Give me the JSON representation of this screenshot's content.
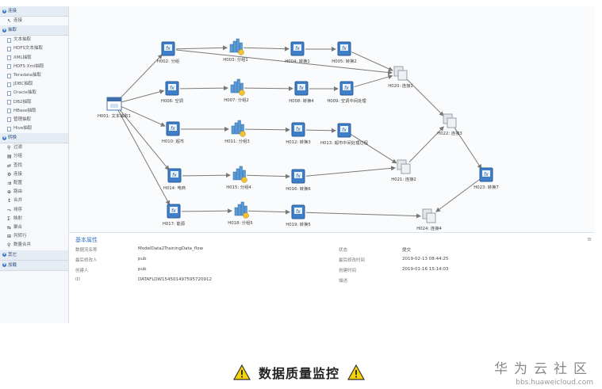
{
  "sidebar": {
    "groups": [
      {
        "label": "连接",
        "items": [
          {
            "label": "连接",
            "icon": "cursor-arrow-icon"
          }
        ]
      },
      {
        "label": "抽取",
        "items": [
          {
            "label": "文本抽取"
          },
          {
            "label": "HDFS文本抽取"
          },
          {
            "label": "XML抽取"
          },
          {
            "label": "HDFS Xml抽取"
          },
          {
            "label": "Teradata抽取"
          },
          {
            "label": "JDBC抽取"
          },
          {
            "label": "Oracle抽取"
          },
          {
            "label": "DB2抽取"
          },
          {
            "label": "HBase抽取"
          },
          {
            "label": "管理抽取"
          },
          {
            "label": "Hive抽取"
          }
        ]
      },
      {
        "label": "转换",
        "items": [
          {
            "label": "过滤"
          },
          {
            "label": "分组"
          },
          {
            "label": "查找"
          },
          {
            "label": "连接"
          },
          {
            "label": "配置"
          },
          {
            "label": "路由"
          },
          {
            "label": "合并"
          },
          {
            "label": "排序"
          },
          {
            "label": "映射"
          },
          {
            "label": "聚合"
          },
          {
            "label": "列转行"
          },
          {
            "label": "数量合并"
          }
        ]
      },
      {
        "label": "其它",
        "items": []
      },
      {
        "label": "加载",
        "items": []
      }
    ]
  },
  "nodes": [
    {
      "id": "H001",
      "label": "H001: 文本抽取1",
      "kind": "source"
    },
    {
      "id": "H002",
      "label": "H002: 分组",
      "kind": "transform"
    },
    {
      "id": "H003",
      "label": "H003: 分组1",
      "kind": "group"
    },
    {
      "id": "H004",
      "label": "H004: 转换1",
      "kind": "transform"
    },
    {
      "id": "H005",
      "label": "H005: 转换2",
      "kind": "transform"
    },
    {
      "id": "H020",
      "label": "H020: 连接1",
      "kind": "join"
    },
    {
      "id": "H006",
      "label": "H006: 空调",
      "kind": "transform"
    },
    {
      "id": "H007",
      "label": "H007: 分组2",
      "kind": "group"
    },
    {
      "id": "H008",
      "label": "H008: 转换4",
      "kind": "transform"
    },
    {
      "id": "H009",
      "label": "H009: 空调中间处理",
      "kind": "transform"
    },
    {
      "id": "H022",
      "label": "H022: 连接3",
      "kind": "join"
    },
    {
      "id": "H010",
      "label": "H010: 超市",
      "kind": "transform"
    },
    {
      "id": "H011",
      "label": "H011: 分组3",
      "kind": "group"
    },
    {
      "id": "H012",
      "label": "H012: 转换3",
      "kind": "transform"
    },
    {
      "id": "H013",
      "label": "H013: 超市中间处理过程",
      "kind": "transform"
    },
    {
      "id": "H021",
      "label": "H021: 连接2",
      "kind": "join"
    },
    {
      "id": "H014",
      "label": "H014: 电商",
      "kind": "transform"
    },
    {
      "id": "H015",
      "label": "H015: 分组4",
      "kind": "group"
    },
    {
      "id": "H016",
      "label": "H016: 转换6",
      "kind": "transform"
    },
    {
      "id": "H023",
      "label": "H023: 转换7",
      "kind": "transform"
    },
    {
      "id": "H017",
      "label": "H017: 能源",
      "kind": "transform"
    },
    {
      "id": "H018",
      "label": "H018: 分组5",
      "kind": "group"
    },
    {
      "id": "H019",
      "label": "H019: 转换5",
      "kind": "transform"
    },
    {
      "id": "H024",
      "label": "H024: 连接4",
      "kind": "join"
    }
  ],
  "edges": [
    [
      "H001",
      "H002"
    ],
    [
      "H001",
      "H006"
    ],
    [
      "H001",
      "H010"
    ],
    [
      "H001",
      "H014"
    ],
    [
      "H001",
      "H017"
    ],
    [
      "H002",
      "H003"
    ],
    [
      "H003",
      "H004"
    ],
    [
      "H004",
      "H005"
    ],
    [
      "H005",
      "H020"
    ],
    [
      "H002",
      "H020"
    ],
    [
      "H006",
      "H007"
    ],
    [
      "H007",
      "H008"
    ],
    [
      "H008",
      "H009"
    ],
    [
      "H009",
      "H020"
    ],
    [
      "H020",
      "H022"
    ],
    [
      "H010",
      "H011"
    ],
    [
      "H011",
      "H012"
    ],
    [
      "H012",
      "H013"
    ],
    [
      "H013",
      "H021"
    ],
    [
      "H014",
      "H015"
    ],
    [
      "H015",
      "H016"
    ],
    [
      "H016",
      "H021"
    ],
    [
      "H021",
      "H022"
    ],
    [
      "H022",
      "H023"
    ],
    [
      "H023",
      "H024"
    ],
    [
      "H017",
      "H018"
    ],
    [
      "H018",
      "H019"
    ],
    [
      "H019",
      "H024"
    ]
  ],
  "properties": {
    "title": "基本属性",
    "menu_icon": "hamburger-icon",
    "left": [
      {
        "key": "数据流名称",
        "value": "ModelData2TrainingData_flow"
      },
      {
        "key": "最后修改人",
        "value": "pub"
      },
      {
        "key": "创建人",
        "value": "pub"
      },
      {
        "key": "ID",
        "value": "DATAFLOW154501497595720912"
      }
    ],
    "right": [
      {
        "key": "状态",
        "value": "提交"
      },
      {
        "key": "最后修改时间",
        "value": "2019-02-13 08:44:25"
      },
      {
        "key": "创建时间",
        "value": "2019-01-16 15:14:03"
      },
      {
        "key": "描述",
        "value": ""
      }
    ]
  },
  "footer": {
    "caption": "数据质量监控"
  },
  "brand": {
    "name": "华为云社区",
    "url": "bbs.huaweicloud.com"
  },
  "colors": {
    "accent": "#3c78c3",
    "warning": "#f5d20a"
  }
}
